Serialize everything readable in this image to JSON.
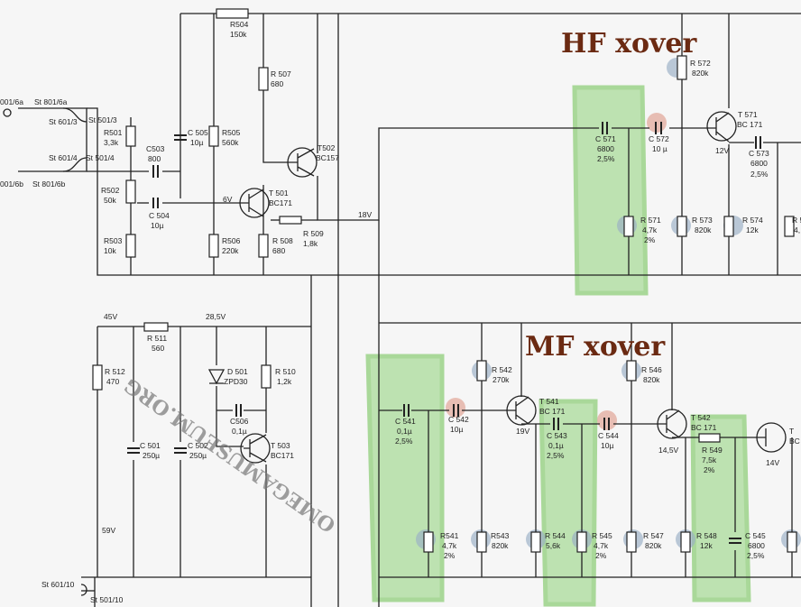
{
  "annotations": {
    "hf_label": "HF xover",
    "mf_label": "MF xover"
  },
  "watermark": "OMEGAMUSEUM.ORG",
  "colors": {
    "highlight_green": "#8fd27a",
    "hf_mf_text": "#6b2a12",
    "dot_blue": "#9aafc6",
    "dot_red": "#e0a090"
  },
  "connectors": {
    "st801_6a": "St 801/6a",
    "st601_3": "St 601/3",
    "st501_3": "St 501/3",
    "st601_4": "St 601/4",
    "st501_4": "St 501/4",
    "st801_6b": "St 801/6b",
    "st601_10": "St 601/10",
    "st501_10": "St 501/10",
    "left_6a": "001/6a",
    "left_6b": "001/6b"
  },
  "voltages": {
    "v18": "18V",
    "v6": "6V",
    "v12": "12V",
    "v45": "45V",
    "v285": "28,5V",
    "v59": "59V",
    "v19": "19V",
    "v145": "14,5V",
    "v14": "14V"
  },
  "components": {
    "r504": {
      "name": "R504",
      "value": "150k"
    },
    "r507": {
      "name": "R 507",
      "value": "680"
    },
    "r501": {
      "name": "R501",
      "value": "3,3k"
    },
    "c503": {
      "name": "C503",
      "value": "800"
    },
    "c505": {
      "name": "C 505",
      "value": "10µ"
    },
    "r505": {
      "name": "R505",
      "value": "560k"
    },
    "t502": {
      "name": "T502",
      "value": "BC157"
    },
    "r502": {
      "name": "R502",
      "value": "50k"
    },
    "c504": {
      "name": "C 504",
      "value": "10µ"
    },
    "t501": {
      "name": "T 501",
      "value": "BC171"
    },
    "r509": {
      "name": "R 509",
      "value": "1,8k"
    },
    "r503": {
      "name": "R503",
      "value": "10k"
    },
    "r506": {
      "name": "R506",
      "value": "220k"
    },
    "r508": {
      "name": "R 508",
      "value": "680"
    },
    "r572": {
      "name": "R 572",
      "value": "820k"
    },
    "c571": {
      "name": "C 571",
      "value": "6800",
      "tol": "2,5%"
    },
    "c572": {
      "name": "C 572",
      "value": "10 µ"
    },
    "t571": {
      "name": "T 571",
      "value": "BC 171"
    },
    "c573": {
      "name": "C 573",
      "value": "6800",
      "tol": "2,5%"
    },
    "r571": {
      "name": "R 571",
      "value": "4,7k",
      "tol": "2%"
    },
    "r573": {
      "name": "R 573",
      "value": "820k"
    },
    "r574": {
      "name": "R 574",
      "value": "12k"
    },
    "r57x": {
      "name": "R 5",
      "value": "4,"
    },
    "r511": {
      "name": "R 511",
      "value": "560"
    },
    "r512": {
      "name": "R 512",
      "value": "470"
    },
    "d501": {
      "name": "D 501",
      "value": "ZPD30"
    },
    "r510": {
      "name": "R 510",
      "value": "1,2k"
    },
    "c506": {
      "name": "C506",
      "value": "0,1µ"
    },
    "c501": {
      "name": "C 501",
      "value": "250µ"
    },
    "c502": {
      "name": "C 502",
      "value": "250µ"
    },
    "t503": {
      "name": "T 503",
      "value": "BC171"
    },
    "r542": {
      "name": "R 542",
      "value": "270k"
    },
    "r546": {
      "name": "R 546",
      "value": "820k"
    },
    "c541": {
      "name": "C 541",
      "value": "0,1µ",
      "tol": "2,5%"
    },
    "c542": {
      "name": "C 542",
      "value": "10µ"
    },
    "t541": {
      "name": "T 541",
      "value": "BC 171"
    },
    "c543": {
      "name": "C 543",
      "value": "0,1µ",
      "tol": "2,5%"
    },
    "c544": {
      "name": "C 544",
      "value": "10µ"
    },
    "t542": {
      "name": "T 542",
      "value": "BC 171"
    },
    "r549": {
      "name": "R 549",
      "value": "7,5k",
      "tol": "2%"
    },
    "tbc": {
      "name": "T",
      "value": "BC"
    },
    "r541": {
      "name": "R541",
      "value": "4,7k",
      "tol": "2%"
    },
    "r543": {
      "name": "R543",
      "value": "820k"
    },
    "r544": {
      "name": "R 544",
      "value": "5,6k"
    },
    "r545": {
      "name": "R 545",
      "value": "4,7k",
      "tol": "2%"
    },
    "r547": {
      "name": "R 547",
      "value": "820k"
    },
    "r548": {
      "name": "R 548",
      "value": "12k"
    },
    "c545": {
      "name": "C 545",
      "value": "6800",
      "tol": "2,5%"
    }
  }
}
